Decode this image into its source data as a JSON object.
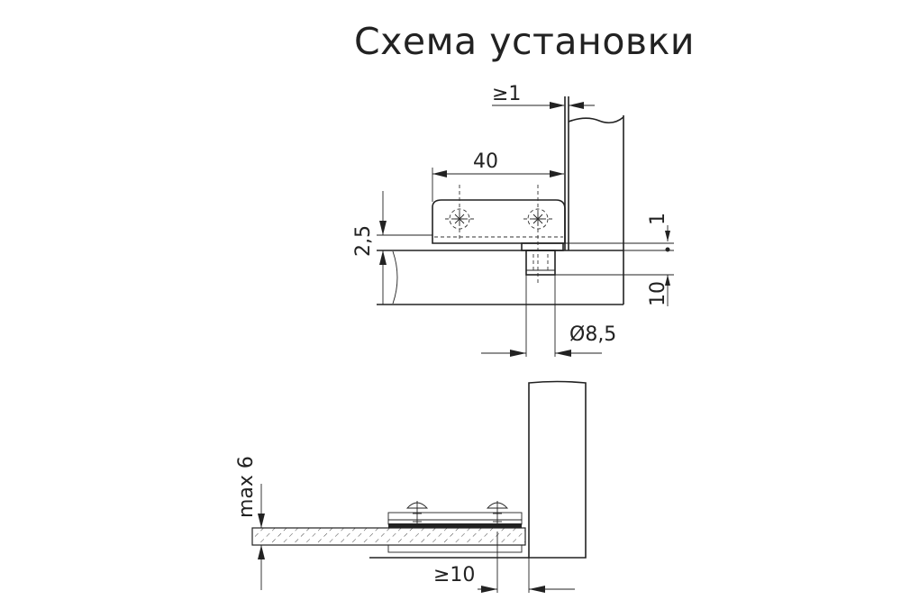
{
  "title": "Схема установки",
  "top_view": {
    "dim_gap": "≥1",
    "dim_length": "40",
    "dim_offset": "2,5",
    "dim_one": "1",
    "dim_depth": "10",
    "dim_diameter": "Ø8,5"
  },
  "bottom_view": {
    "dim_thickness": "max 6",
    "dim_edge": "≥10"
  }
}
